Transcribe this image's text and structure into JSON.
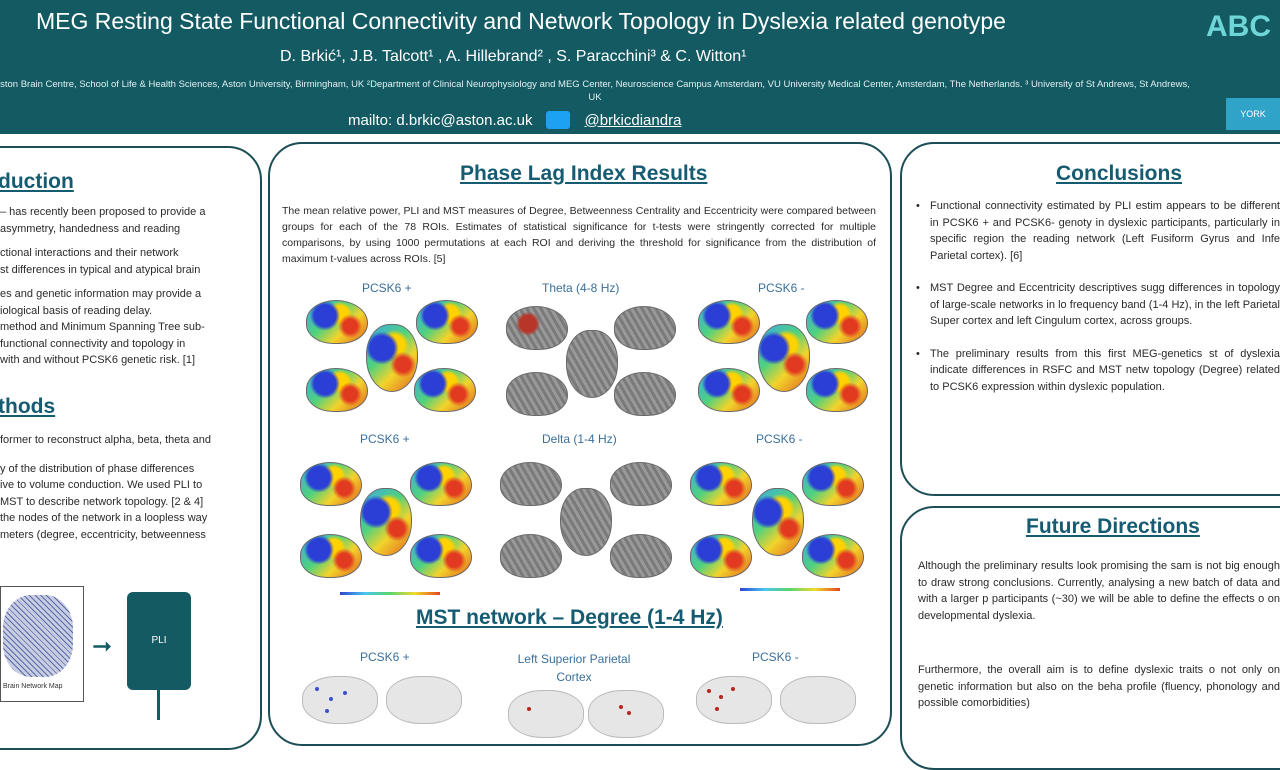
{
  "header": {
    "title": "MEG Resting State Functional Connectivity and Network Topology in Dyslexia related genotype",
    "logo": "ABC",
    "authors": "D. Brkić¹, J.B. Talcott¹ , A. Hillebrand² , S. Paracchini³ & C. Witton¹",
    "affiliations": "ston Brain Centre, School of Life & Health Sciences, Aston University, Birmingham, UK   ²Department of Clinical Neurophysiology and MEG Center, Neuroscience Campus Amsterdam, VU University Medical Center, Amsterdam, The Netherlands. ³ University of St Andrews, St Andrews, UK",
    "email": "mailto: d.brkic@aston.ac.uk",
    "twitter": "@brkicdiandra",
    "york_logo": "YORK"
  },
  "left": {
    "intro_title": "duction",
    "intro_lines": [
      "– has recently been proposed to provide a",
      "asymmetry,   handedness   and   reading",
      "",
      "ctional  interactions  and  their  network",
      "st differences in typical and atypical brain",
      "",
      "es and genetic information may provide a",
      "iological basis of reading delay.",
      "method and Minimum Spanning Tree sub-",
      "functional connectivity and topology in",
      "with and without PCSK6 genetic risk. [1]"
    ],
    "methods_title": "thods",
    "methods_lines": [
      "former to reconstruct alpha, beta, theta and",
      "",
      "y of the distribution of phase differences",
      "ive to volume conduction. We used PLI to",
      "MST to describe network topology.   [2 & 4]",
      "the nodes of the network in a loopless way",
      "meters (degree, eccentricity, betweenness"
    ],
    "diagram_caption": "Brain Network Map",
    "pli_label": "PLI"
  },
  "center": {
    "title": "Phase Lag Index Results",
    "paragraph": "The mean relative power, PLI and MST measures of Degree, Betweenness Centrality and Eccentricity were compared between groups for each of the 78 ROIs. Estimates of statistical significance for t-tests were stringently corrected for multiple comparisons, by using 1000 permutations at each ROI and deriving the threshold for significance from the distribution of maximum t-values across ROIs. [5]",
    "row1": [
      "PCSK6 +",
      "Theta (4-8 Hz)",
      "PCSK6 -"
    ],
    "row2": [
      "PCSK6 +",
      "Delta (1-4 Hz)",
      "PCSK6 -"
    ],
    "mst_title": "MST network – Degree (1-4 Hz)",
    "row3": [
      "PCSK6 +",
      "Left Superior Parietal Cortex",
      "PCSK6 -"
    ]
  },
  "right": {
    "conclusions_title": "Conclusions",
    "conclusions": [
      "Functional connectivity estimated by PLI estim appears to be different in PCSK6 + and PCSK6- genoty in dyslexic participants, particularly in specific region the reading network (Left Fusiform Gyrus and Infe Parietal cortex). [6]",
      "MST Degree and Eccentricity descriptives sugg differences in topology of large-scale networks in lo frequency band (1-4 Hz), in the left Parietal Super cortex and left Cingulum cortex, across groups.",
      "The preliminary results from this first MEG-genetics st of dyslexia indicate differences in RSFC and MST netw topology (Degree) related to PCSK6 expression within dyslexic population."
    ],
    "future_title": "Future Directions",
    "future_p1": "Although the preliminary results look promising the sam is not big enough to draw strong conclusions. Currently, analysing a new batch of data and with a larger p participants (~30) we will be able to define the effects o on developmental dyslexia.",
    "future_p2": "Furthermore, the overall aim is to define dyslexic traits o not only on genetic information but also on the beha profile (fluency, phonology and possible comorbidities)"
  },
  "colors": {
    "header_bg": "#135a63",
    "title_blue": "#155b72",
    "border": "#1c4e57"
  }
}
